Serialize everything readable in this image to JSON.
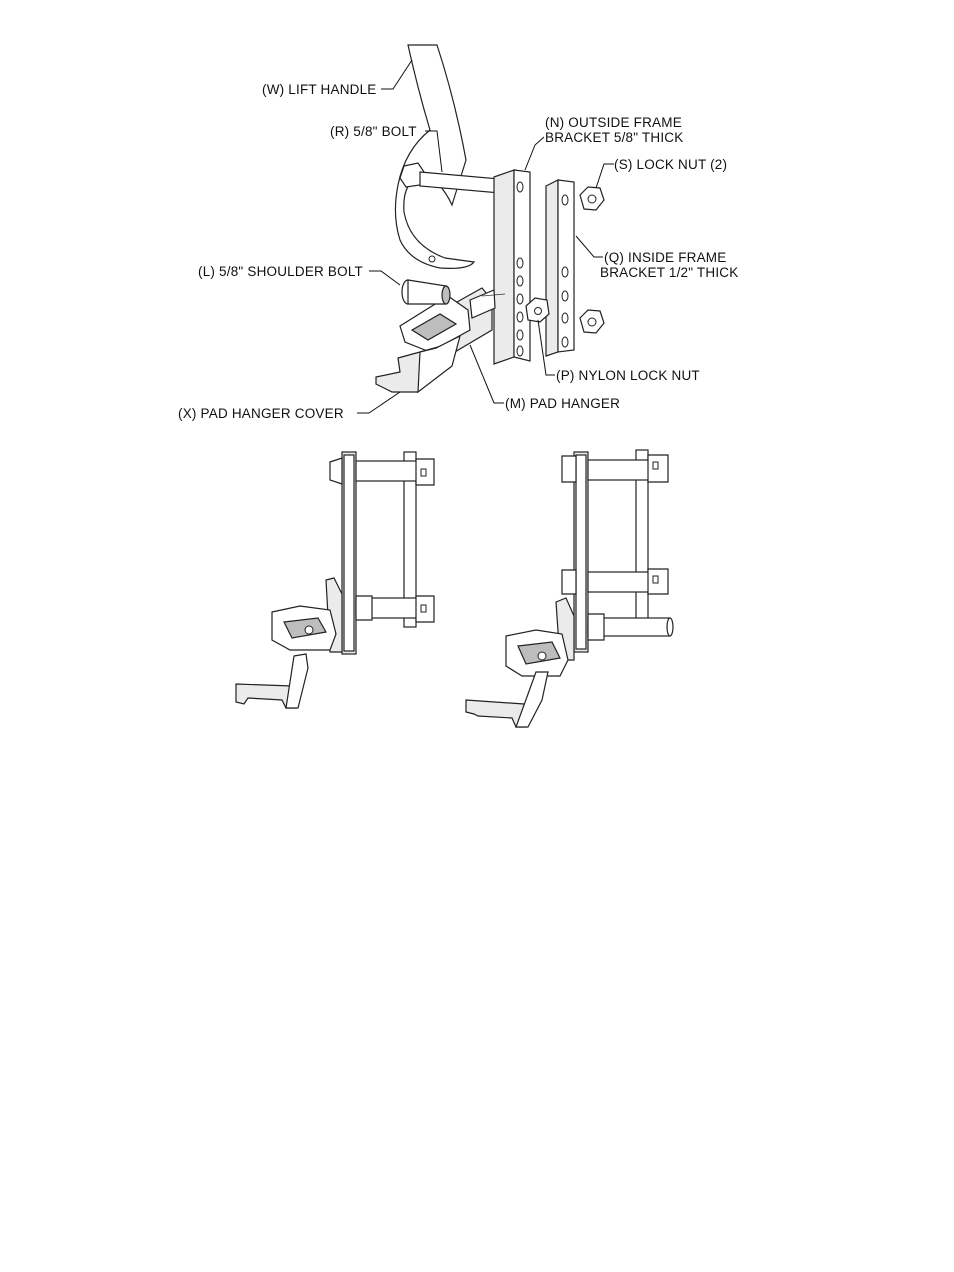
{
  "labels": {
    "lift_handle": "(W) LIFT HANDLE",
    "bolt_58": "(R) 5/8\" BOLT",
    "outside_bracket_line1": "(N) OUTSIDE FRAME",
    "outside_bracket_line2": "BRACKET 5/8\" THICK",
    "lock_nut": "(S) LOCK NUT (2)",
    "inside_bracket_line1": "(Q) INSIDE FRAME",
    "inside_bracket_line2": "BRACKET 1/2\" THICK",
    "shoulder_bolt": "(L) 5/8\" SHOULDER BOLT",
    "nylon_lock_nut": "(P) NYLON LOCK NUT",
    "pad_hanger_cover": "(X) PAD HANGER COVER",
    "pad_hanger": "(M) PAD HANGER"
  }
}
